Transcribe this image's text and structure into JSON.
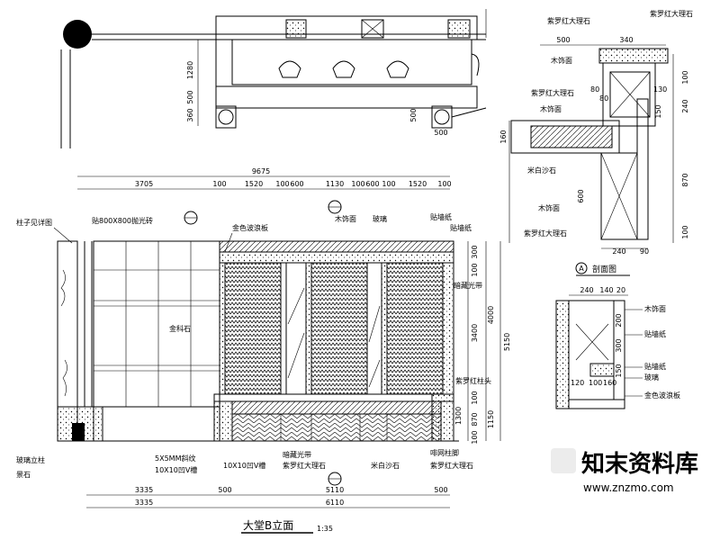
{
  "plan": {
    "dims": [
      "1280",
      "500",
      "360",
      "500",
      "500"
    ]
  },
  "elevation": {
    "top_dims": {
      "total": "9675",
      "segments": [
        "3705",
        "100",
        "1520",
        "100",
        "600",
        "1130",
        "100",
        "600",
        "100",
        "1520",
        "100"
      ]
    },
    "bottom_dims": {
      "row1": [
        "3335",
        "500",
        "5110",
        "500"
      ],
      "row2": [
        "3335",
        "6110"
      ]
    },
    "right_dims": [
      "300",
      "100",
      "3400",
      "4000",
      "5150",
      "100",
      "870",
      "1150",
      "1300",
      "100"
    ],
    "labels": {
      "column_ref": "柱子见详图",
      "tiles": "贴800X800抛光砖",
      "gold_stone": "金科石",
      "gold_wave": "金色波浪板",
      "wood_face": "木饰面",
      "glass": "玻璃",
      "wallpaper_1": "贴墙纸",
      "wallpaper_2": "贴墙纸",
      "hidden_light": "暗藏光带",
      "column_head": "紫罗红柱头",
      "glass_pillar": "玻璃立柱",
      "stone": "景石",
      "groove_5": "5X5MM斜纹",
      "groove_10": "10X10凹V槽",
      "groove_10b": "10X10凹V槽",
      "hidden_light_2": "暗藏光带",
      "purple_marble": "紫罗红大理石",
      "sandstone": "米白沙石",
      "column_foot": "啡网柱脚",
      "purple_marble_2": "紫罗红大理石"
    },
    "title": "大堂B立面",
    "scale": "1:35"
  },
  "section_a": {
    "top_dims": [
      "500",
      "340"
    ],
    "labels": {
      "purple_1": "紫罗红大理石",
      "purple_2": "紫罗红大理石",
      "wood_1": "木饰面",
      "purple_3": "紫罗红大理石",
      "wood_2": "木饰面",
      "sandstone": "米白沙石",
      "wood_3": "木饰面",
      "purple_4": "紫罗红大理石"
    },
    "side_dims": [
      "80",
      "80",
      "130",
      "150",
      "160",
      "600",
      "240",
      "870",
      "100",
      "100"
    ],
    "bottom_dims": [
      "240",
      "90"
    ],
    "marker": "A",
    "title": "剖面图"
  },
  "section_b": {
    "top_dims": [
      "240",
      "140",
      "20"
    ],
    "side_dims": [
      "200",
      "300",
      "150"
    ],
    "bottom_dims": [
      "120",
      "100",
      "160"
    ],
    "labels": {
      "wood": "木饰面",
      "wallpaper": "贴墙纸",
      "wallpaper2": "贴墙纸",
      "glass": "玻璃",
      "gold_wave": "金色波浪板"
    }
  },
  "watermark": {
    "brand": "知末资料库",
    "url": "www.znzmo.com"
  }
}
